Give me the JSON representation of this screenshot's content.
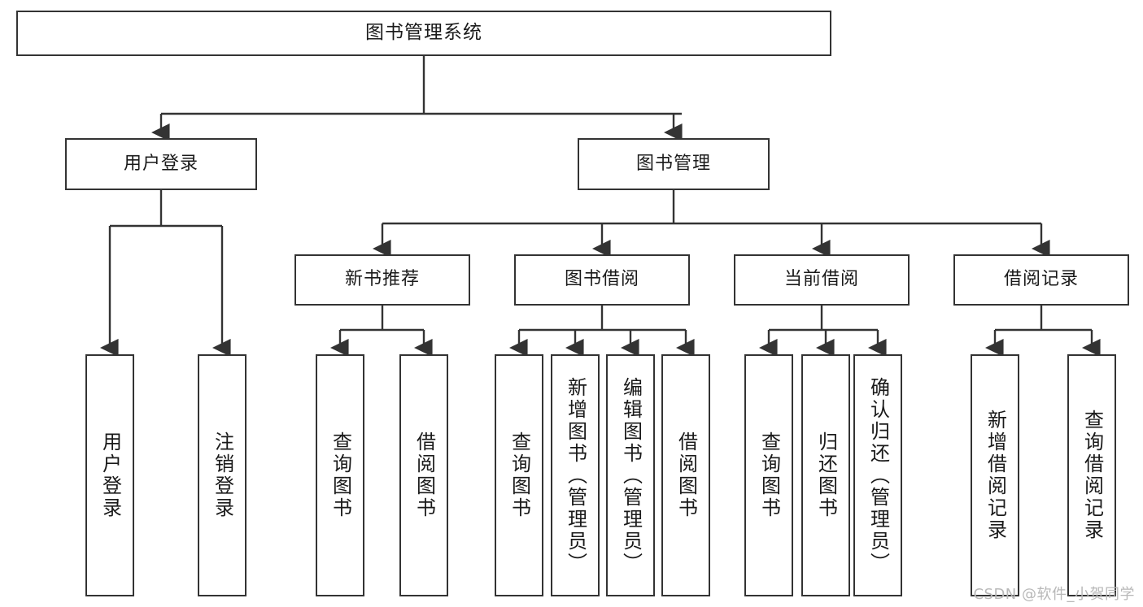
{
  "diagram": {
    "title": "图书管理系统",
    "type": "tree-functional-structure",
    "watermark": "CSDN @软件_小贺同学",
    "colors": {
      "stroke": "#333333",
      "fill": "#ffffff",
      "text": "#1a1a1a",
      "watermark": "#b8b8b8"
    },
    "root": {
      "label": "图书管理系统"
    },
    "level2": [
      {
        "label": "用户登录"
      },
      {
        "label": "图书管理"
      }
    ],
    "level3": [
      {
        "label": "新书推荐"
      },
      {
        "label": "图书借阅"
      },
      {
        "label": "当前借阅"
      },
      {
        "label": "借阅记录"
      }
    ],
    "leaves": {
      "user_login": [
        {
          "label": "用户登录"
        },
        {
          "label": "注销登录"
        }
      ],
      "new_book": [
        {
          "label": "查询图书"
        },
        {
          "label": "借阅图书"
        }
      ],
      "book_borrow": [
        {
          "label": "查询图书"
        },
        {
          "label": "新增图书（管理员）"
        },
        {
          "label": "编辑图书（管理员）"
        },
        {
          "label": "借阅图书"
        }
      ],
      "current_borrow": [
        {
          "label": "查询图书"
        },
        {
          "label": "归还图书"
        },
        {
          "label": "确认归还（管理员）"
        }
      ],
      "borrow_record": [
        {
          "label": "新增借阅记录"
        },
        {
          "label": "查询借阅记录"
        }
      ]
    }
  }
}
